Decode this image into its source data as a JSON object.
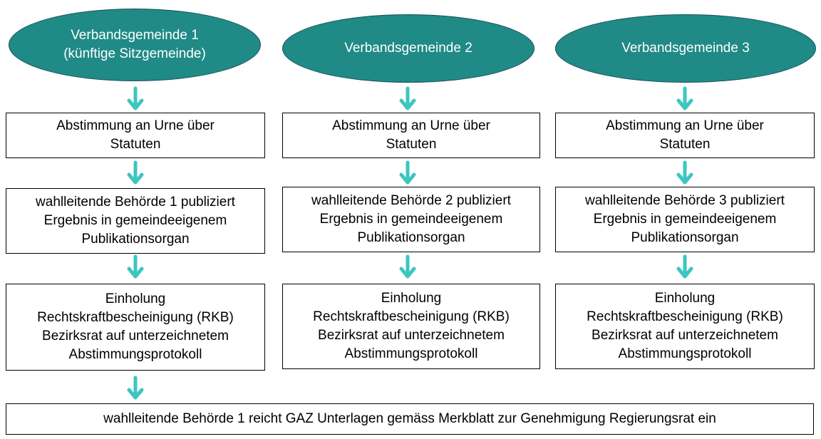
{
  "columns": [
    {
      "header": "Verbandsgemeinde 1\n(künftige Sitzgemeinde)",
      "vote": "Abstimmung an Urne über\nStatuten",
      "publish": "wahlleitende Behörde 1 publiziert\nErgebnis in gemeindeeigenem\nPublikationsorgan",
      "rkb": "Einholung\nRechtskraftbescheinigung (RKB)\nBezirksrat auf unterzeichnetem\nAbstimmungsprotokoll"
    },
    {
      "header": "Verbandsgemeinde 2",
      "vote": "Abstimmung an Urne über\nStatuten",
      "publish": "wahlleitende Behörde 2 publiziert\nErgebnis in gemeindeeigenem\nPublikationsorgan",
      "rkb": "Einholung\nRechtskraftbescheinigung (RKB)\nBezirksrat auf unterzeichnetem\nAbstimmungsprotokoll"
    },
    {
      "header": "Verbandsgemeinde 3",
      "vote": "Abstimmung an Urne über\nStatuten",
      "publish": "wahlleitende Behörde 3 publiziert\nErgebnis in gemeindeeigenem\nPublikationsorgan",
      "rkb": "Einholung\nRechtskraftbescheinigung (RKB)\nBezirksrat auf unterzeichnetem\nAbstimmungsprotokoll"
    }
  ],
  "final_step": "wahlleitende Behörde 1 reicht GAZ Unterlagen gemäss Merkblatt zur Genehmigung Regierungsrat ein",
  "colors": {
    "ellipse_fill": "#1f8a86",
    "ellipse_border": "#1b4f5f",
    "arrow": "#3cc6c0",
    "box_border": "#000000"
  }
}
